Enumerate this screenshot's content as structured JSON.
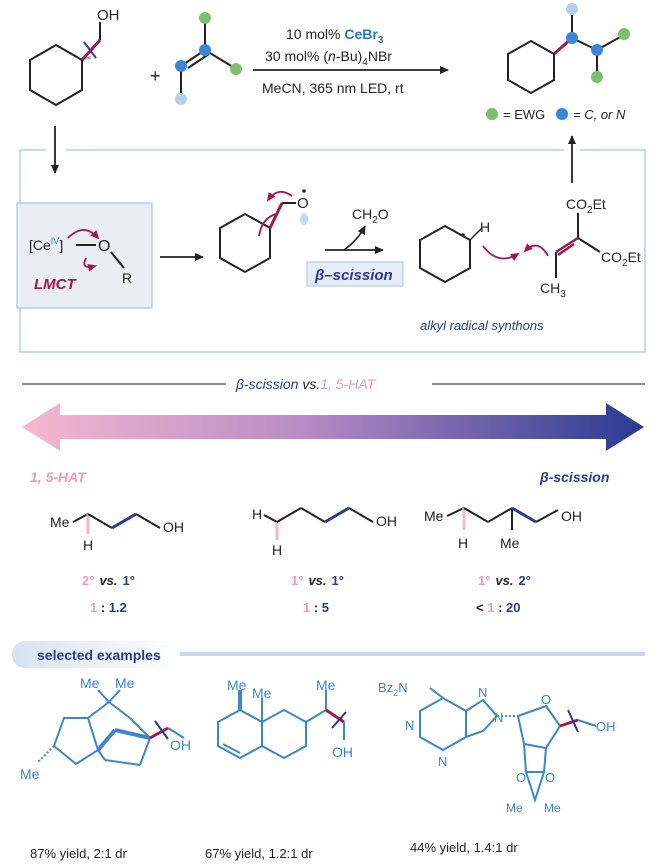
{
  "reaction": {
    "cond1_prefix": "10 mol% ",
    "cond1_catalyst": "CeBr",
    "cond1_catalyst_sub": "3",
    "cond2_prefix": "30 mol% (",
    "cond2_italic": "n",
    "cond2_suffix": "-Bu)",
    "cond2_sub": "4",
    "cond2_end": "NBr",
    "cond3": "MeCN, 365 nm LED, rt",
    "reactant_oh": "OH",
    "plus": "+",
    "legend_ewg": "= EWG",
    "legend_cn": "= C, or N"
  },
  "mechanism": {
    "ce_label": "[Ce",
    "ce_sup": "IV",
    "ce_close": "]",
    "o_label": "O",
    "r_label": "R",
    "lmct": "LMCT",
    "ch2o": "CH",
    "ch2o_sub": "2",
    "ch2o_end": "O",
    "beta_scission": "β–scission",
    "h_label": "H",
    "co2et_top": "CO",
    "co2et_right": "CO",
    "co2et_sub": "2",
    "co2et_end": "Et",
    "ch3": "CH",
    "ch3_sub": "3",
    "alkyl_radical": "alkyl radical synthons"
  },
  "selectivity": {
    "header_beta": "β-scission",
    "header_vs": " vs.",
    "header_hat": "1, 5-HAT",
    "left_label": "1, 5-HAT",
    "right_label": "β-scission",
    "mols": [
      {
        "me": "Me",
        "h": "H",
        "oh": "OH",
        "deg_a": "2°",
        "vs": "vs.",
        "deg_b": "1°",
        "ratio_a": "1",
        "ratio_sep": " : ",
        "ratio_b": "1.2"
      },
      {
        "me": "",
        "h": "H",
        "h2": "H",
        "oh": "OH",
        "deg_a": "1°",
        "vs": "vs.",
        "deg_b": "1°",
        "ratio_a": "1",
        "ratio_sep": " : ",
        "ratio_b": "5"
      },
      {
        "me": "Me",
        "h": "H",
        "me2": "Me",
        "oh": "OH",
        "deg_a": "1°",
        "vs": "vs.",
        "deg_b": "2°",
        "ratio_pre": "< ",
        "ratio_a": "1",
        "ratio_sep": " : ",
        "ratio_b": "20"
      }
    ]
  },
  "examples": {
    "header": "selected examples",
    "items": [
      {
        "labels": [
          "Me",
          "Me",
          "OH",
          "Me"
        ],
        "yield": "87% yield, 2:1 dr"
      },
      {
        "labels": [
          "Me",
          "Me",
          "Me",
          "OH"
        ],
        "yield": "67% yield, 1.2:1 dr"
      },
      {
        "labels": [
          "Bz",
          "2",
          "N",
          "N",
          "N",
          "N",
          "N",
          "O",
          "OH",
          "O",
          "O",
          "Me",
          "Me"
        ],
        "yield": "44% yield, 1.4:1 dr"
      }
    ]
  },
  "colors": {
    "crimson": "#a3164e",
    "blue_text": "#2b73c9",
    "navy": "#283a91",
    "pink": "#f4b6cc",
    "green_dot": "#7dbe6f",
    "blue_dot": "#3b86d9",
    "light_blue_dot": "#b7cfe9",
    "box_border": "#b8cde3",
    "example_blue": "#3e86c9"
  }
}
